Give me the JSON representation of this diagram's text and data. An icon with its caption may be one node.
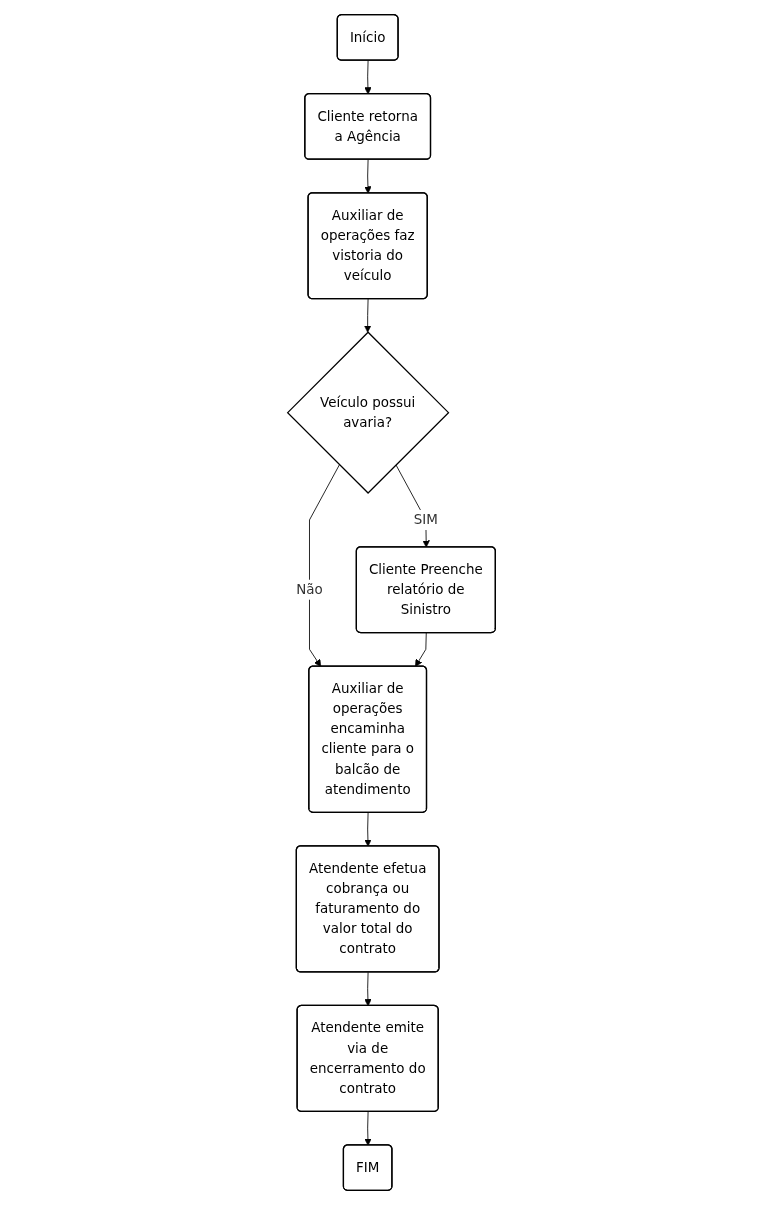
{
  "diagram": {
    "nodes": [
      {
        "text": [
          "Início"
        ]
      },
      {
        "text": [
          "Cliente retorna a Agência"
        ]
      },
      {
        "text": [
          "Auxiliar de operações faz vistoria do veículo"
        ]
      },
      {
        "text": [
          "Veículo possui avaria?"
        ]
      },
      {
        "text": [
          "Cliente Preenche relatório de Sinistro"
        ]
      },
      {
        "text": [
          "Auxiliar de operações encaminha cliente para o balcão de atendimento"
        ]
      },
      {
        "text": [
          "Atendente efetua cobrança ou faturamento do valor total do contrato"
        ]
      },
      {
        "text": [
          "Atendente emite via de encerramento do contrato"
        ]
      },
      {
        "text": [
          "FIM"
        ]
      }
    ],
    "edges": [
      {
        "from": 0,
        "to": 1,
        "arrow": "to"
      },
      {
        "from": 1,
        "to": 2,
        "arrow": "to"
      },
      {
        "from": 2,
        "to": 3,
        "arrow": "to"
      },
      {
        "from": 3,
        "to": 4,
        "arrow": "to",
        "label": "SIM"
      },
      {
        "from": 3,
        "to": 5,
        "arrow": "to",
        "label": "Não"
      },
      {
        "from": 4,
        "to": 5,
        "arrow": "to"
      },
      {
        "from": 5,
        "to": 6,
        "arrow": "to"
      },
      {
        "from": 6,
        "to": 7,
        "arrow": "to"
      },
      {
        "from": 7,
        "to": 8,
        "arrow": "to"
      }
    ]
  }
}
